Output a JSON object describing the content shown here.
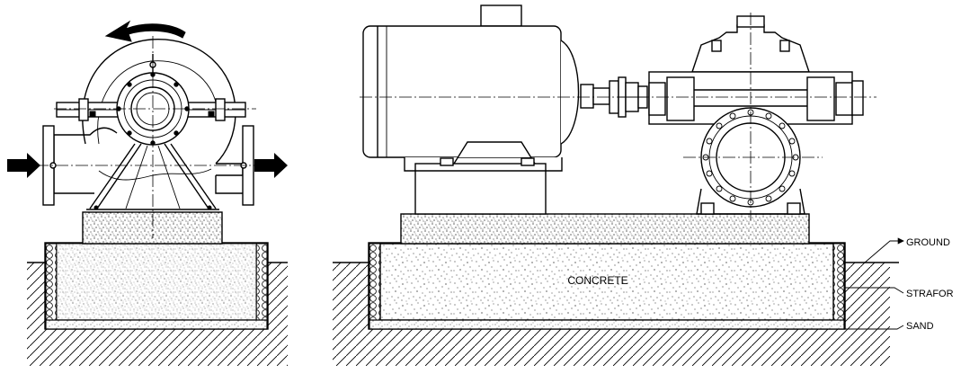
{
  "labels": {
    "concrete": "CONCRETE",
    "ground": "GROUND",
    "strafor": "STRAFOR",
    "sand": "SAND"
  },
  "colors": {
    "line": "#000000",
    "background": "#ffffff",
    "concrete_speckle": "#000000"
  },
  "icons": {
    "rotation": "curved-arrow-icon",
    "flow_in": "flow-arrow-right-icon",
    "flow_out": "flow-arrow-right-icon"
  }
}
